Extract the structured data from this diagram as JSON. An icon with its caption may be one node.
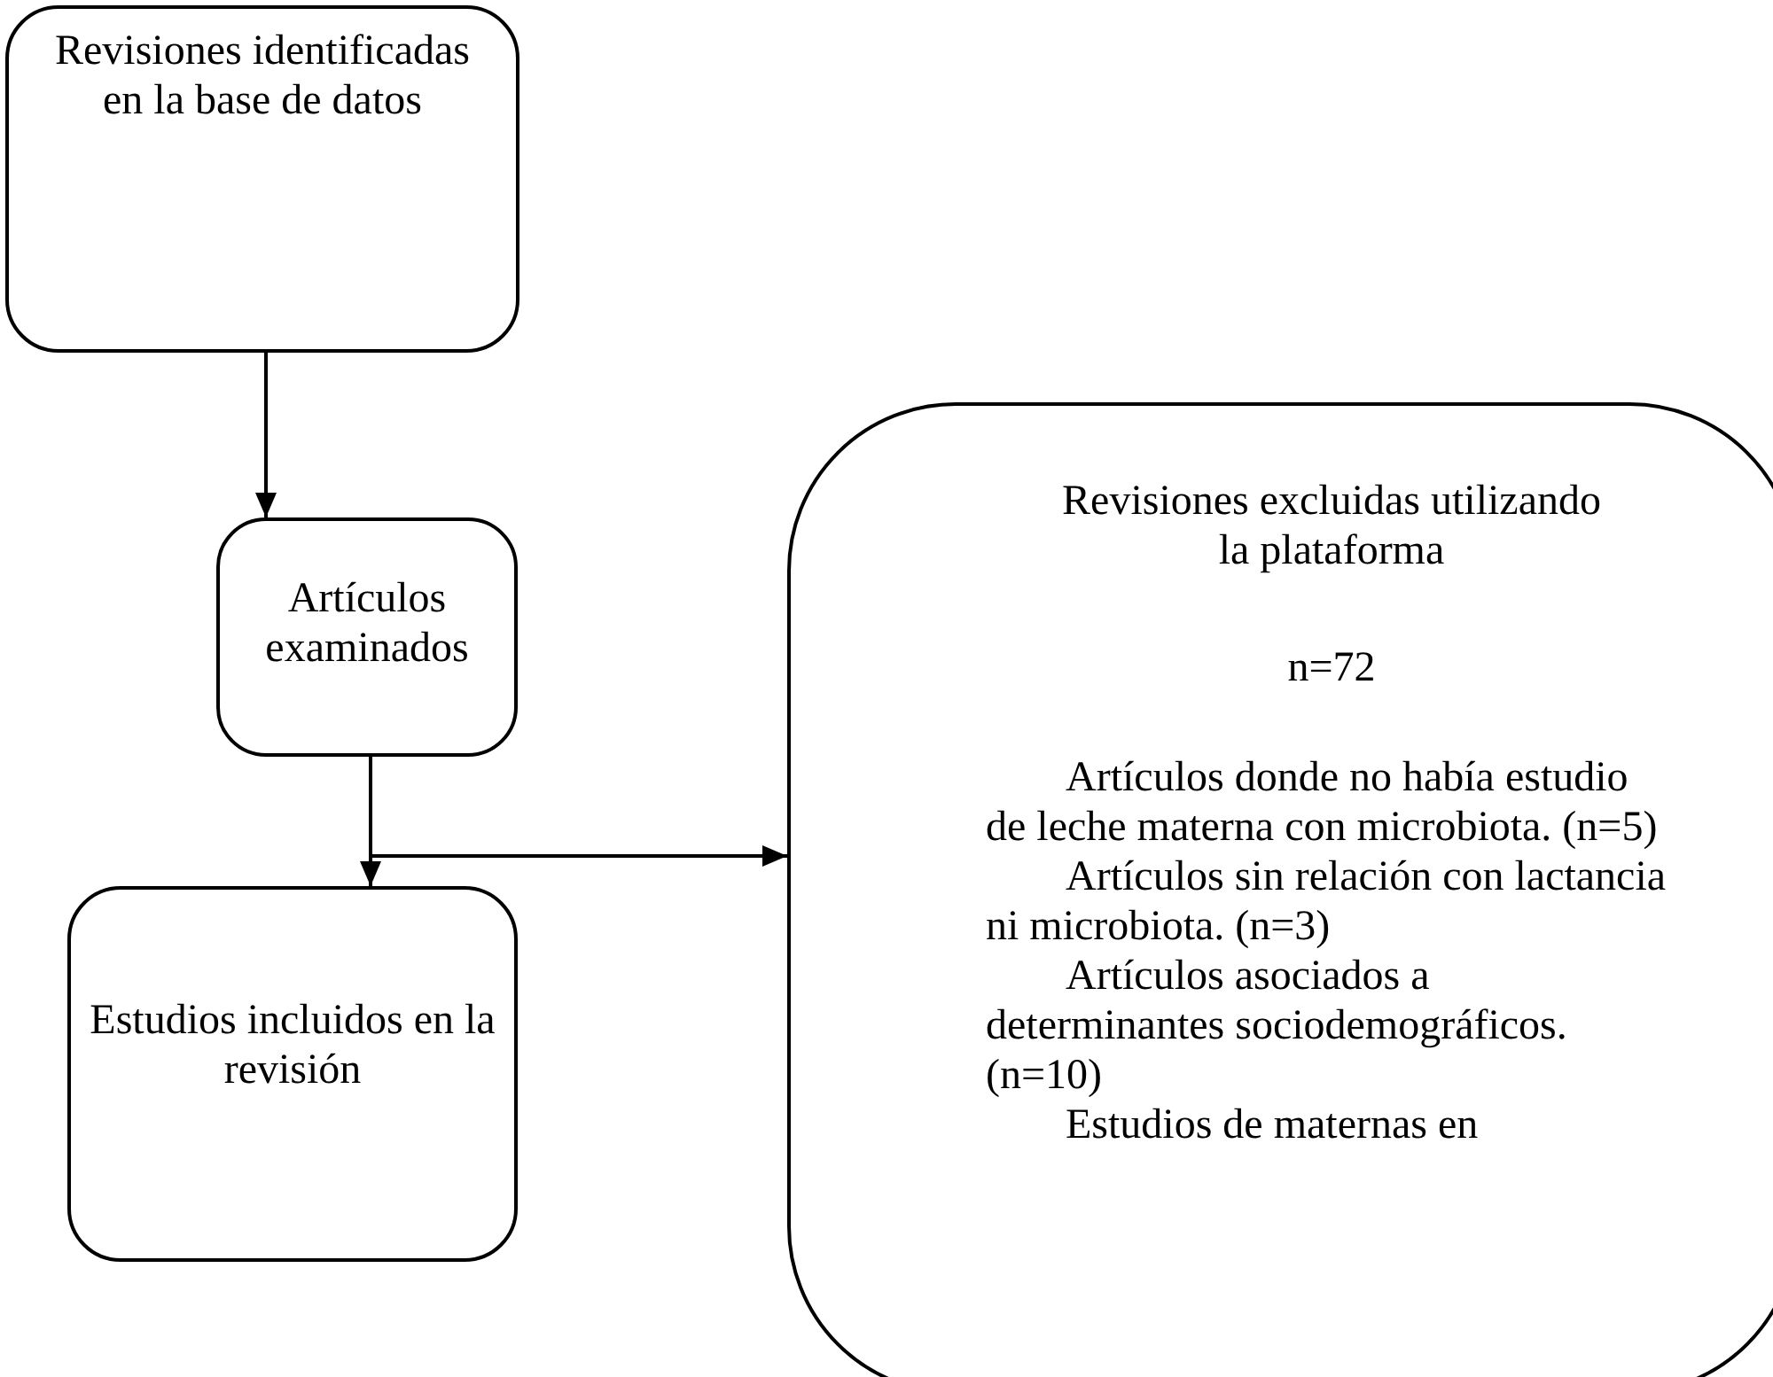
{
  "diagram": {
    "nodes": [
      {
        "text": [
          "Revisiones identificadas en la base de datos"
        ]
      },
      {
        "text": [
          "Artículos examinados"
        ]
      },
      {
        "text": [
          "Estudios incluidos en la revisión"
        ]
      },
      {
        "text": [
          "Revisiones excluidas utilizando la plataforma",
          "n=72",
          "Artículos donde no había estudio de leche materna con microbiota. (n=5)",
          "Artículos sin relación con lactancia ni microbiota. (n=3)",
          "Artículos asociados a determinantes sociodemográficos. (n=10)",
          "Estudios de maternas en"
        ]
      }
    ],
    "edges": [
      {
        "from": 0,
        "to": 1,
        "arrow": "to"
      },
      {
        "from": 1,
        "to": 2,
        "arrow": "to"
      },
      {
        "from": 1,
        "to": 3,
        "arrow": "to"
      }
    ]
  }
}
